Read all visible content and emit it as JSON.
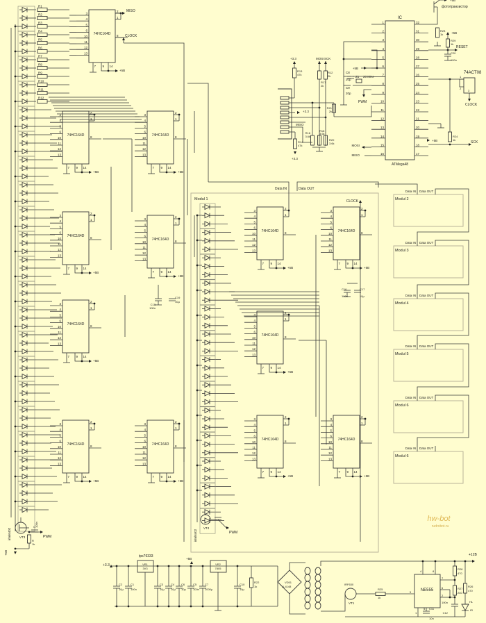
{
  "chip_label": "74HC164D",
  "hc164_pins": {
    "left": [
      "3",
      "4",
      "5",
      "6",
      "10",
      "11",
      "12",
      "13"
    ],
    "right_top": [
      "2",
      "1"
    ],
    "right_mid": "8",
    "bottom": [
      "7",
      "9",
      "14"
    ]
  },
  "vcc5": "+5В",
  "top_chip": {
    "miso": "MISO",
    "clock": "CLOCK"
  },
  "top_resistors": [
    "R1",
    "R2",
    "R3",
    "R4",
    "R5",
    "R6",
    "R7",
    "R8",
    "R9",
    "R10",
    "R11",
    "R12"
  ],
  "left_caps": {
    "c18": "C18",
    "c18v": "100n",
    "c19": "C19",
    "c19v": "10µ"
  },
  "left_driver": {
    "part": "irlml6402",
    "vt": "VT3",
    "pwm": "PWM",
    "vcc": "+5В",
    "r": "R",
    "rv": "1k",
    "c": "C",
    "cv": "100n"
  },
  "mcu": {
    "title": "IC",
    "name": "ATMega48",
    "pins_left": [
      "1",
      "2",
      "3",
      "4",
      "5",
      "6",
      "7",
      "8",
      "9",
      "10",
      "11",
      "12",
      "13",
      "14",
      "15",
      "16"
    ],
    "pins_right": [
      "32",
      "31",
      "30",
      "29",
      "28",
      "27",
      "26",
      "25",
      "24",
      "23",
      "22",
      "21",
      "20",
      "19",
      "18",
      "17"
    ],
    "phototransistor": "фототранзистор",
    "vcc": "+5В",
    "r23": "R23",
    "r23v": "1k",
    "r29": "R29",
    "r29v": "1k",
    "reset": "RESET",
    "c20": "C20",
    "c20v": "100n",
    "gate": "74ACT08",
    "gate_pins": [
      "1",
      "2",
      "3"
    ],
    "gate_clock": "CLOCK",
    "r24": "R24",
    "r24v": "1k",
    "sck": "SCK",
    "mosi": "MOSI",
    "miso": "MISO",
    "pin6_vcc": "+5В",
    "pin18_vcc": "+5В",
    "c8": "C8",
    "c8v": "20p",
    "c9": "C9",
    "c9v": "20p",
    "z1": "Z1",
    "z1v": "20 MHz",
    "pwm": "PWM"
  },
  "sd": {
    "v33_top": "+3.3",
    "v33_mid": "+3.3",
    "v33_bot": "+3.3",
    "mosi": "MOSI",
    "sck": "SCK",
    "miso": "MISO",
    "r13": "R13",
    "r13v": "47k",
    "r12": "R12",
    "r12v": "2k",
    "r17": "R17",
    "r17v": "2k",
    "r21": "R21",
    "r21v": "2k",
    "r16": "R16",
    "r16v": "3.6k",
    "r18": "R18",
    "r18v": "3.6k",
    "r20": "R20",
    "r20v": "3.6k",
    "r14": "R14",
    "r14v": "47k"
  },
  "modul1": {
    "title": "Modul 1",
    "data_in": "Data IN",
    "data_out": "Data OUT",
    "clock": "CLOCK",
    "c16": "C16",
    "c16v": "100n",
    "c17": "C17",
    "c17v": "10µ",
    "vt": "VT4",
    "part": "irlml6402",
    "pwm": "PWM"
  },
  "moduls": [
    {
      "title": "Modul 2",
      "data_in": "Data IN",
      "data_out": "Data OUT"
    },
    {
      "title": "Modul 3",
      "data_in": "Data IN",
      "data_out": "Data OUT"
    },
    {
      "title": "Modul 4",
      "data_in": "Data IN",
      "data_out": "Data OUT"
    },
    {
      "title": "Modul 5",
      "data_in": "Data IN",
      "data_out": "Data OUT"
    },
    {
      "title": "Modul 6",
      "data_in": "Data IN",
      "data_out": "Data OUT"
    },
    {
      "title": "Modul 6",
      "data_in": "Data IN",
      "data_out": "Data OUT"
    }
  ],
  "power": {
    "reg1_name": "tps76333",
    "v33": "+3.3",
    "c2": "C2",
    "c2v": "10µ",
    "c1": "C1",
    "c1v": "100n",
    "vr1": "VR1",
    "vr1v": "3V3",
    "c3": "C3",
    "c3v": "10µ",
    "c4": "C4",
    "c4v": "10µ",
    "c6": "C6",
    "c6v": "10µ",
    "c5": "C5",
    "c5v": "100n",
    "c7": "C7",
    "c7v": "1000µ",
    "v5": "+5В",
    "vr2": "VR2",
    "vr2v": "7805",
    "c10": "C10",
    "c10v": "10µ",
    "r22": "R22",
    "r22v": "1k",
    "vd": "VD51",
    "vdv": "LL4148",
    "fet": "IRF630",
    "vt1": "VT1",
    "r25": "R25",
    "r25v": "1k",
    "ne555": "NE555",
    "ne_pins": [
      "4",
      "8",
      "7",
      "6",
      "2",
      "3",
      "1",
      "5"
    ],
    "c11": "C11",
    "c11v": "10n",
    "c12": "C12",
    "c12v": "100n",
    "r28": "R28",
    "r28v": "470",
    "r27": "R27",
    "r27v": "240",
    "r26": "R26",
    "r26v": "470",
    "hl": "HL",
    "ir": "IR",
    "v12": "+12В"
  },
  "watermark": {
    "logo": "hw-bot",
    "site": "rudrobot.ru"
  },
  "colors": {
    "background": "#fffdcf",
    "wire": "#3a3a3a",
    "module_frame": "#b9b49a",
    "watermark": "#d8a838"
  }
}
